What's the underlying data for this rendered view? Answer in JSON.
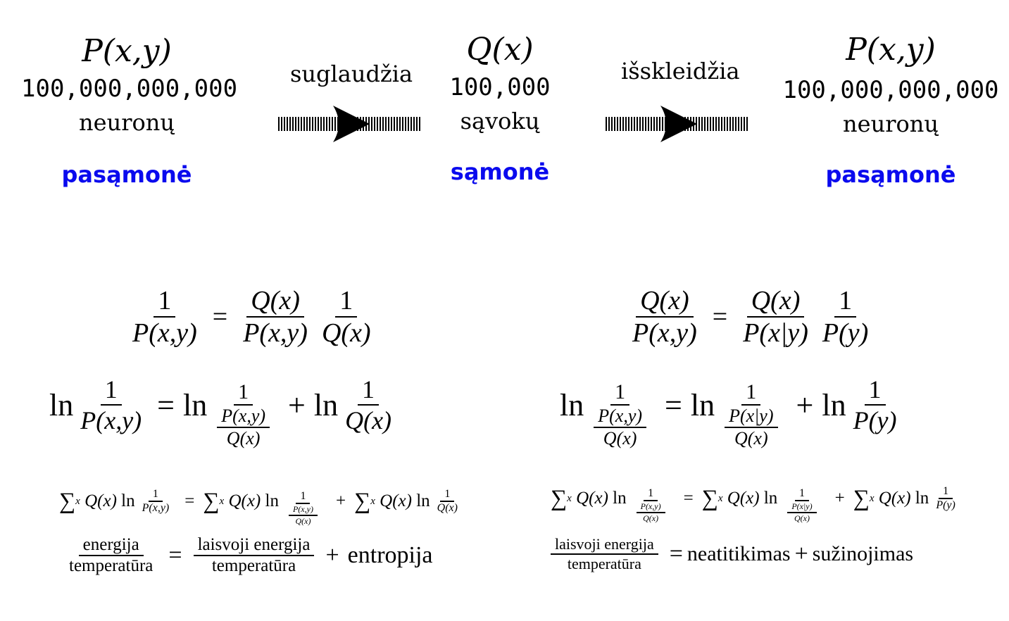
{
  "top": {
    "left": {
      "formula": "P(x,y)",
      "count": "100,000,000,000",
      "unit": "neuronų",
      "label": "pasąmonė"
    },
    "arrow1": {
      "label": "suglaudžia"
    },
    "middle": {
      "formula": "Q(x)",
      "count": "100,000",
      "unit": "sąvokų",
      "label": "sąmonė"
    },
    "arrow2": {
      "label": "išskleidžia"
    },
    "right": {
      "formula": "P(x,y)",
      "count": "100,000,000,000",
      "unit": "neuronų",
      "label": "pasąmonė"
    }
  },
  "sym": {
    "one": "1",
    "Pxy": "P(x,y)",
    "Qx": "Q(x)",
    "Pxgy": "P(x|y)",
    "Py": "P(y)",
    "ln": "ln",
    "eq": "=",
    "plus": "+",
    "sum": "∑",
    "x": "x"
  },
  "words": {
    "energy": "energija",
    "free_energy": "laisvoji energija",
    "temperature": "temperatūra",
    "entropy": "entropija",
    "mismatch": "neatitikimas",
    "learning": "sužinojimas"
  }
}
